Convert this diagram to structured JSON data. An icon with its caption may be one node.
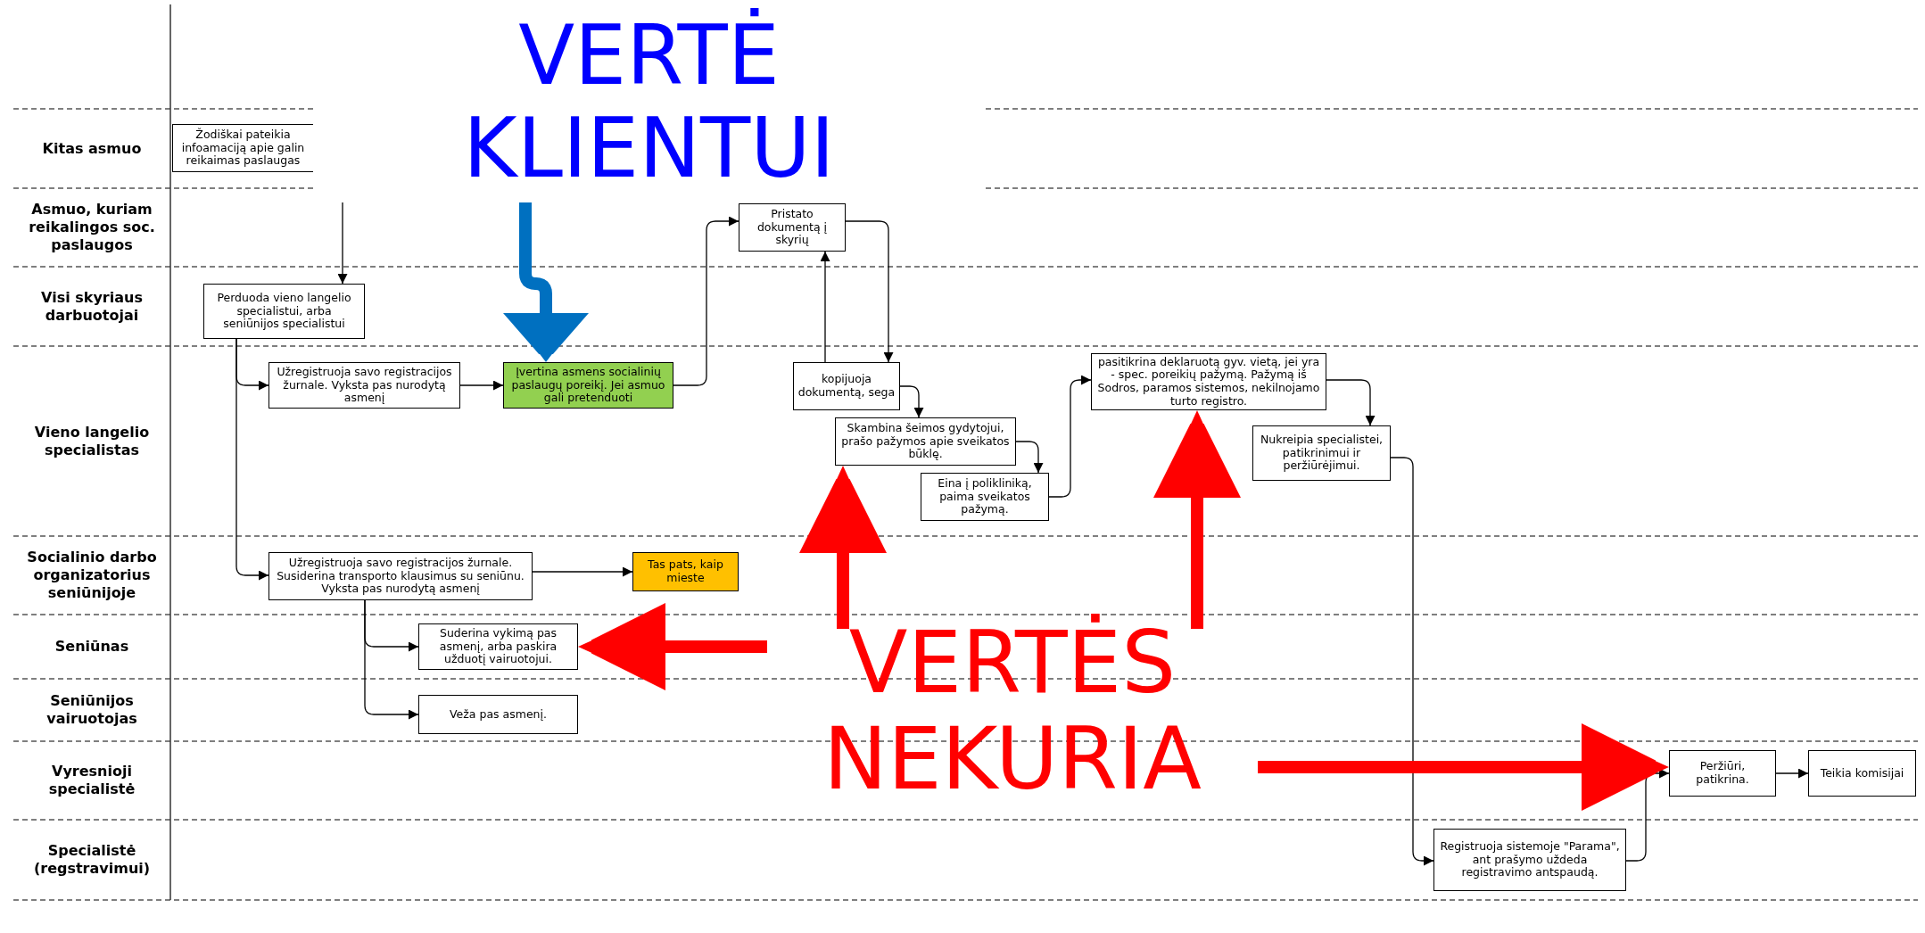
{
  "diagram": {
    "nodes": [
      {
        "text": [
          "VERTĖ KLIENTUI"
        ]
      },
      {
        "text": [
          "Žodiškai pateikia infoamaciją apie galin reikaimas paslaugas"
        ]
      },
      {
        "text": [
          "Pristato dokumentą į skyrių"
        ]
      },
      {
        "text": [
          "Perduoda vieno langelio specialistui, arba seniūnijos specialistui"
        ]
      },
      {
        "text": [
          "Užregistruoja savo registracijos žurnale. Vyksta pas nurodytą asmenį"
        ]
      },
      {
        "text": [
          "Įvertina asmens socialinių paslaugų poreikį. Jei asmuo gali pretenduoti"
        ]
      },
      {
        "text": [
          "kopijuoja dokumentą, sega"
        ]
      },
      {
        "text": [
          "Skambina šeimos gydytojui, prašo pažymos apie sveikatos būklę."
        ]
      },
      {
        "text": [
          "Eina į polikliniką, paima sveikatos pažymą."
        ]
      },
      {
        "text": [
          "pasitikrina deklaruotą gyv. vietą, jei yra - spec. poreikių pažymą. Pažymą iš Sodros, paramos sistemos, nekilnojamo turto registro."
        ]
      },
      {
        "text": [
          "Nukreipia specialistei, patikrinimui ir peržiūrėjimui."
        ]
      },
      {
        "text": [
          "Užregistruoja savo registracijos žurnale. Susiderina transporto klausimus su seniūnu. Vyksta pas nurodytą asmenį"
        ]
      },
      {
        "text": [
          "Tas pats, kaip mieste"
        ]
      },
      {
        "text": [
          "Suderina vykimą pas asmenį, arba paskira užduotį vairuotojui."
        ]
      },
      {
        "text": [
          "Veža pas asmenį."
        ]
      },
      {
        "text": [
          "Peržiūri, patikrina."
        ]
      },
      {
        "text": [
          "Teikia komisijai"
        ]
      },
      {
        "text": [
          "Registruoja sistemoje \"Parama\", ant prašymo uždeda registravimo antspaudą."
        ]
      },
      {
        "text": [
          "VERTĖS NEKURIA"
        ]
      }
    ],
    "edges": [
      {
        "from": 1,
        "to": 3,
        "arrow": "to"
      },
      {
        "from": 3,
        "to": 4,
        "arrow": "to"
      },
      {
        "from": 3,
        "to": 11,
        "arrow": "to"
      },
      {
        "from": 4,
        "to": 5,
        "arrow": "to"
      },
      {
        "from": 5,
        "to": 2,
        "arrow": "to"
      },
      {
        "from": 2,
        "to": 6,
        "arrow": "to"
      },
      {
        "from": 6,
        "to": 2,
        "arrow": "to"
      },
      {
        "from": 6,
        "to": 7,
        "arrow": "to"
      },
      {
        "from": 7,
        "to": 8,
        "arrow": "to"
      },
      {
        "from": 8,
        "to": 9,
        "arrow": "to"
      },
      {
        "from": 9,
        "to": 10,
        "arrow": "to"
      },
      {
        "from": 10,
        "to": 17,
        "arrow": "to"
      },
      {
        "from": 17,
        "to": 15,
        "arrow": "to"
      },
      {
        "from": 15,
        "to": 16,
        "arrow": "to"
      },
      {
        "from": 11,
        "to": 12,
        "arrow": "to"
      },
      {
        "from": 11,
        "to": 13,
        "arrow": "to"
      },
      {
        "from": 11,
        "to": 14,
        "arrow": "to"
      },
      {
        "from": 0,
        "to": 5,
        "arrow": "to",
        "style": "thick",
        "color": "#0070c0"
      },
      {
        "from": 18,
        "to": 13,
        "arrow": "to",
        "style": "thick",
        "color": "#ff0000"
      },
      {
        "from": 18,
        "to": 7,
        "arrow": "to",
        "style": "thick",
        "color": "#ff0000"
      },
      {
        "from": 18,
        "to": 9,
        "arrow": "to",
        "style": "thick",
        "color": "#ff0000"
      },
      {
        "from": 18,
        "to": 15,
        "arrow": "to",
        "style": "thick",
        "color": "#ff0000"
      }
    ],
    "labels": [
      "Kitas asmuo",
      "Asmuo, kuriam reikalingos soc. paslaugos",
      "Visi skyriaus darbuotojai",
      "Vieno langelio specialistas",
      "Socialinio darbo organizatorius seniūnijoje",
      "Seniūnas",
      "Seniūnijos vairuotojas",
      "Vyresnioji specialistė",
      "Specialistė (regstravimui)"
    ]
  }
}
